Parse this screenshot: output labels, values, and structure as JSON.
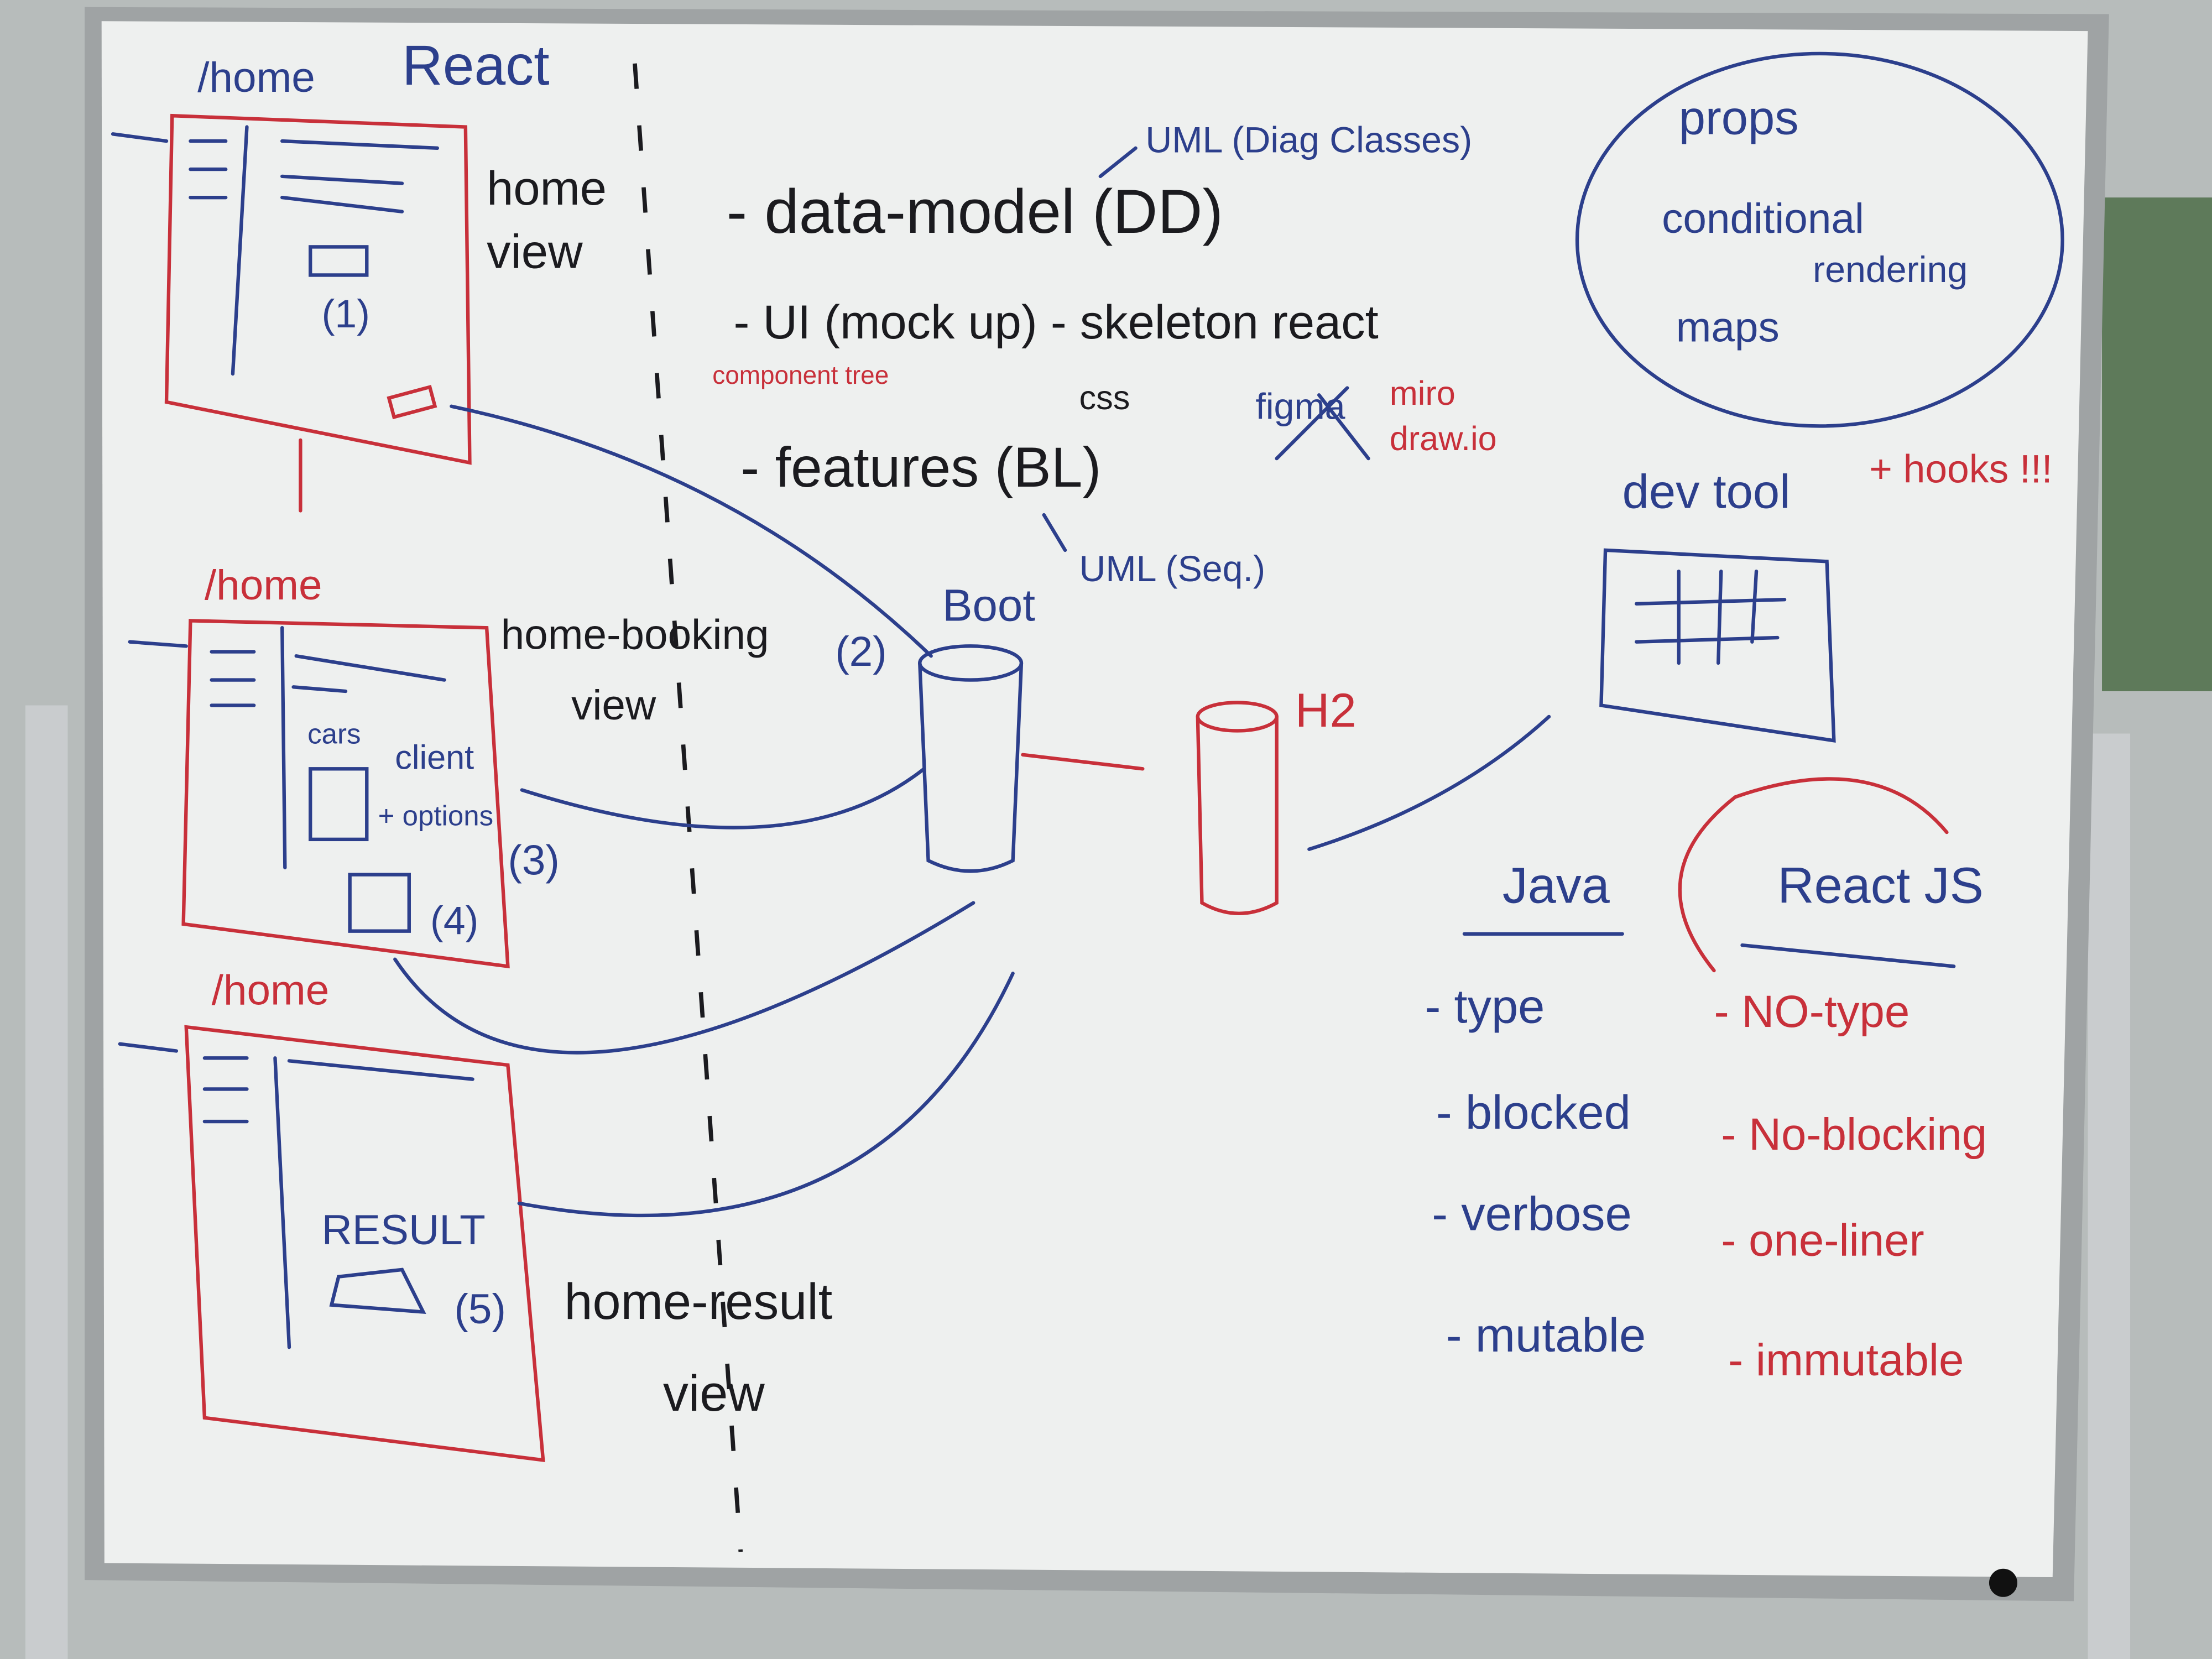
{
  "left_views": {
    "top": {
      "route": "/home",
      "framework": "React",
      "label1": "home",
      "label2": "view",
      "step": "(1)"
    },
    "middle": {
      "route": "/home",
      "label1": "home-booking",
      "label2": "view",
      "cars": "cars",
      "client": "client",
      "extra": "+ options",
      "step": "(4)"
    },
    "bottom": {
      "route": "/home",
      "result": "RESULT",
      "step": "(5)",
      "label1": "home-result",
      "label2": "view"
    }
  },
  "arrows": {
    "step2": "(2)",
    "step3": "(3)"
  },
  "plan": {
    "data_model": "- data-model (DD)",
    "uml_classes": "UML (Diag Classes)",
    "ui": "- UI (mock up) - skeleton react",
    "component_tree": "component tree",
    "css": "css",
    "figma": "figma",
    "miro": "miro",
    "drawio": "draw.io",
    "features": "- features (BL)",
    "uml_seq": "UML (Seq.)"
  },
  "backend": {
    "boot": "Boot",
    "db": "H2"
  },
  "bubble": {
    "l1": "props",
    "l2": "conditional",
    "l3": "rendering",
    "l4": "maps"
  },
  "devtool": {
    "label": "dev tool",
    "hooks": "+ hooks !!!"
  },
  "compare": {
    "java": {
      "title": "Java",
      "items": [
        "- type",
        "- blocked",
        "- verbose",
        "- mutable"
      ]
    },
    "react": {
      "title": "React JS",
      "items": [
        "- NO-type",
        "- No-blocking",
        "- one-liner",
        "- immutable"
      ]
    }
  }
}
